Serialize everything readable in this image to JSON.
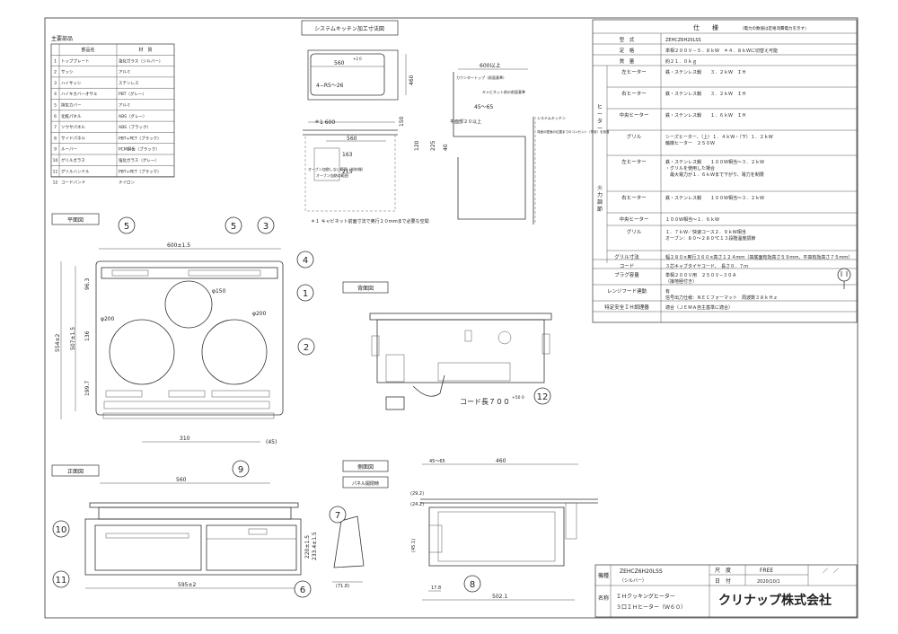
{
  "parts_table": {
    "title": "主要部品",
    "headers": [
      "",
      "部品名",
      "材　質"
    ],
    "rows": [
      [
        "1",
        "トッププレート",
        "強化ガラス（シルバー）"
      ],
      [
        "2",
        "サッシ",
        "アルミ"
      ],
      [
        "3",
        "ハイサッシ",
        "ステンレス"
      ],
      [
        "4",
        "ハイキカバーオサエ",
        "PBT（グレー）"
      ],
      [
        "5",
        "排気カバー",
        "アルミ"
      ],
      [
        "6",
        "化粧パネル",
        "ABS（グレー）"
      ],
      [
        "7",
        "ソウサパネル",
        "ABS（ブラック）"
      ],
      [
        "8",
        "サイドパネル",
        "PBT+PET（ブラック）"
      ],
      [
        "9",
        "ルーバー",
        "PCM鋼板（ブラック）"
      ],
      [
        "10",
        "グリルガラス",
        "強化ガラス（グレー）"
      ],
      [
        "11",
        "グリルハンドル",
        "PBT+PET（ブラック）"
      ],
      [
        "12",
        "コードバンド",
        "ナイロン"
      ]
    ]
  },
  "kitchen": {
    "title": "システムキッチン加工寸法図",
    "dim_560": "560",
    "dim_560_tol": "+2 0",
    "dim_460": "460",
    "dim_4r": "4−R5〜26",
    "dim_600over": "600以上",
    "counter_top": "カウンタートップ（前面基準）",
    "cabinet_front": "キャビネット前の前面基準",
    "dim_45_65": "45〜65",
    "dim_150": "150",
    "flat_20": "平面部２０以上",
    "syskitchen": "システムキッチン",
    "rear_note": "背面の壁面の位置までのコンセント（専用）を設置",
    "dim_1600": "＊1  600",
    "dim_560b": "560",
    "dim_225": "225",
    "dim_120": "120",
    "dim_163": "163",
    "dim_40": "40",
    "dim_215": "215",
    "oven_note1": "オーブン加熱の範囲",
    "oven_note2": "オーブン加熱しない範囲（部材端）",
    "note": "＊１  キャビネット前面寸法で奥行２０ｍｍまで必要な空間"
  },
  "spec": {
    "title": "仕　　様",
    "note": "（電力の数値は定格消費電力を示す）",
    "rows": [
      [
        "型　式",
        "ZEHCZ6H20LSS"
      ],
      [
        "定　格",
        "単相２００Ｖ－５．８ｋＷ　＊４．８ｋＷに切替え可能"
      ],
      [
        "質　量",
        "約２１．０ｋｇ"
      ]
    ],
    "heater_label": "ヒーター",
    "heater_rows": [
      [
        "左ヒーター",
        "鉄・ステンレス鍋　　３．２ｋＷ　ＩＨ"
      ],
      [
        "右ヒーター",
        "鉄・ステンレス鍋　　３．２ｋＷ　ＩＨ"
      ],
      [
        "中央ヒーター",
        "鉄・ステンレス鍋　　１．６ｋＷ　ＩＨ"
      ],
      [
        "グリル",
        "シーズヒーター、（上）１．４ｋＷ・（下）１．２ｋＷ\n触媒ヒーター　２５０Ｗ"
      ]
    ],
    "power_label": "火力調節",
    "power_rows": [
      [
        "左ヒーター",
        "鉄・ステンレス鍋　　１００Ｗ相当〜３．２ｋＷ\n・グリルを使用した場合\n　最大電力が１．６ｋＷまで下がり、電力を制限"
      ],
      [
        "右ヒーター",
        "鉄・ステンレス鍋　　１００Ｗ相当〜３．２ｋＷ"
      ],
      [
        "中央ヒーター",
        "１００Ｗ相当〜１．６ｋＷ"
      ],
      [
        "グリル",
        "１．７ｋＷ／快速コース２．９ｋＷ相当\nオーブン：８０〜２８０℃１３段階温度調節"
      ]
    ],
    "rows2": [
      [
        "グリル寸法",
        "幅２８０×奥行３６０×高さ１２４ｍｍ（皿底面有効高さ５９ｍｍ、平皿有効高さ７５ｍｍ）"
      ],
      [
        "コード",
        "３芯キャブタイヤコード、　長さ０．７ｍ"
      ],
      [
        "プラグ容量",
        "単相２００Ｖ用　２５０Ｖ−３０Ａ\n（接地極付き）"
      ],
      [
        "レンジフード連動",
        "有\n信号出力仕様：ＮＥＣフォーマット　周波数３８ｋＨｚ"
      ],
      [
        "特定安全ＩＨ調理器",
        "適合（ＪＥＭＡ自主基準に適合）"
      ]
    ]
  },
  "plan": {
    "title": "平面図",
    "dim_top": "600±1.5",
    "dim_554": "554±2",
    "dim_507": "507±1.5",
    "dim_96": "96.3",
    "dim_136": "136",
    "dim_199": "199.7",
    "dim_310": "310",
    "dim_45": "(45)",
    "d150": "φ150",
    "d200l": "φ200",
    "d200r": "φ200"
  },
  "back": {
    "title": "背面図",
    "cord": "コード長７００",
    "cord_tol": "+50 0"
  },
  "front": {
    "title": "正面図",
    "dim_560": "560",
    "dim_595": "595±2",
    "dim_220": "220±1.5",
    "dim_233": "233.4±1.5"
  },
  "side": {
    "title": "側面図",
    "panel": "パネル開閉時",
    "dim_71": "(71.8)",
    "dim_45": "45〜65",
    "dim_460": "460",
    "dim_29": "(29.2)",
    "dim_24": "(24.2)",
    "dim_451": "(45.1)",
    "dim_178": "17.8",
    "dim_502": "502.1"
  },
  "callouts": [
    "1",
    "2",
    "3",
    "4",
    "5",
    "5",
    "6",
    "7",
    "8",
    "9",
    "10",
    "11",
    "12"
  ],
  "title_block": {
    "l1": "機種",
    "model": "ZEHCZ6H20LSS",
    "color": "（シルバー）",
    "l2": "名称",
    "name1": "ＩＨクッキングヒーター",
    "name2": "３口ＩＨヒーター（Ｗ６０）",
    "scale_l": "尺　度",
    "scale": "FREE",
    "date_l": "日　付",
    "date": "2020/10/1",
    "mark": "／　／",
    "company": "クリナップ株式会社"
  }
}
